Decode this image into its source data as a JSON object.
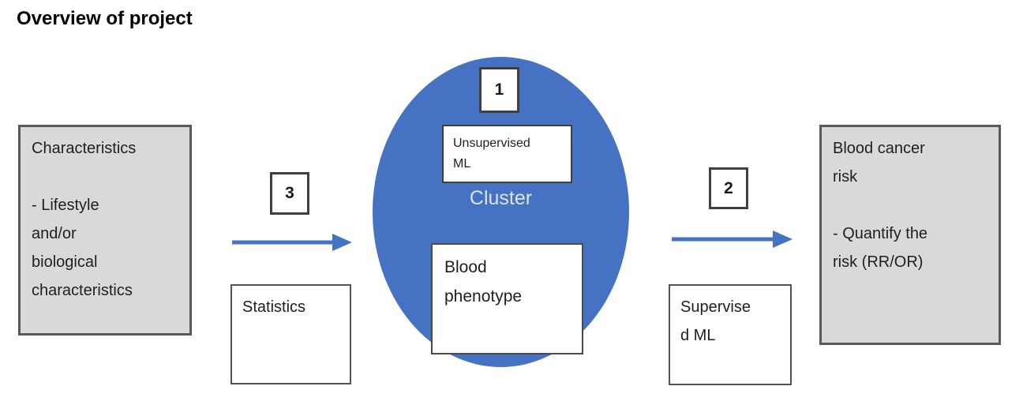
{
  "title": "Overview of project",
  "colors": {
    "accent_blue": "#4672c4",
    "arrow_blue": "#4472c4",
    "gray_fill": "#d9d9d9",
    "border_dark": "#595959",
    "cluster_text": "#d9e4f4"
  },
  "diagram": {
    "characteristics_box": {
      "text": "Characteristics\n\n- Lifestyle\nand/or\nbiological\ncharacteristics"
    },
    "step_3_badge": {
      "label": "3"
    },
    "statistics_box": {
      "label": "Statistics"
    },
    "cluster_ellipse": {
      "step_1_badge": {
        "label": "1"
      },
      "unsupervised_ml_box": {
        "text": "Unsupervised\nML"
      },
      "label": "Cluster",
      "blood_phenotype_box": {
        "text": "Blood\nphenotype"
      }
    },
    "step_2_badge": {
      "label": "2"
    },
    "supervised_ml_box": {
      "text": "Supervise\nd ML"
    },
    "blood_cancer_box": {
      "text": "Blood cancer\nrisk\n\n- Quantify the\nrisk (RR/OR)"
    }
  }
}
